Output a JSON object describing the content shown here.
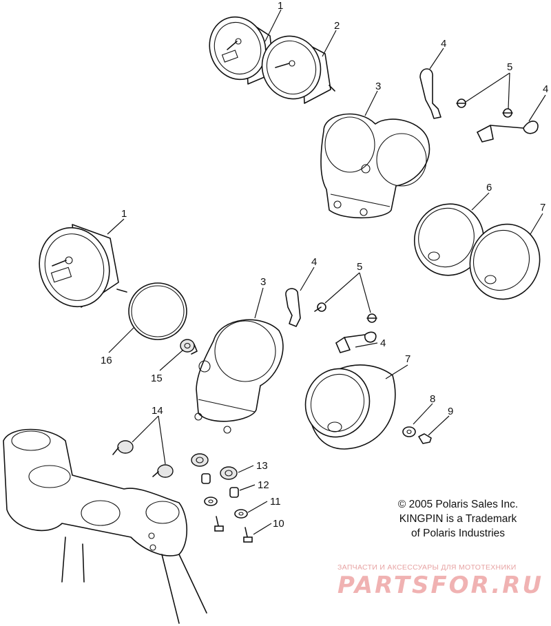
{
  "callouts": {
    "top": [
      "1",
      "2",
      "3",
      "4",
      "5",
      "4"
    ],
    "right": [
      "6",
      "7"
    ],
    "middle": [
      "1",
      "16",
      "15",
      "3",
      "4",
      "5",
      "4",
      "7",
      "8",
      "9"
    ],
    "bottom": [
      "14",
      "13",
      "12",
      "11",
      "10"
    ]
  },
  "notice": {
    "line1": "© 2005 Polaris Sales Inc.",
    "line2": "KINGPIN is a Trademark",
    "line3": "of Polaris Industries"
  },
  "watermark": {
    "caption": "ЗАПЧАСТИ И АКСЕССУАРЫ ДЛЯ МОТОТЕХНИКИ",
    "brand": "PARTSFOR.RU"
  },
  "icons": {
    "gauge": "gauge-icon",
    "bracket": "bracket-icon",
    "cup": "cup-icon",
    "clamp": "triple-clamp-icon"
  },
  "colors": {
    "ink": "#111111",
    "watermark": "#f0b2b2"
  }
}
